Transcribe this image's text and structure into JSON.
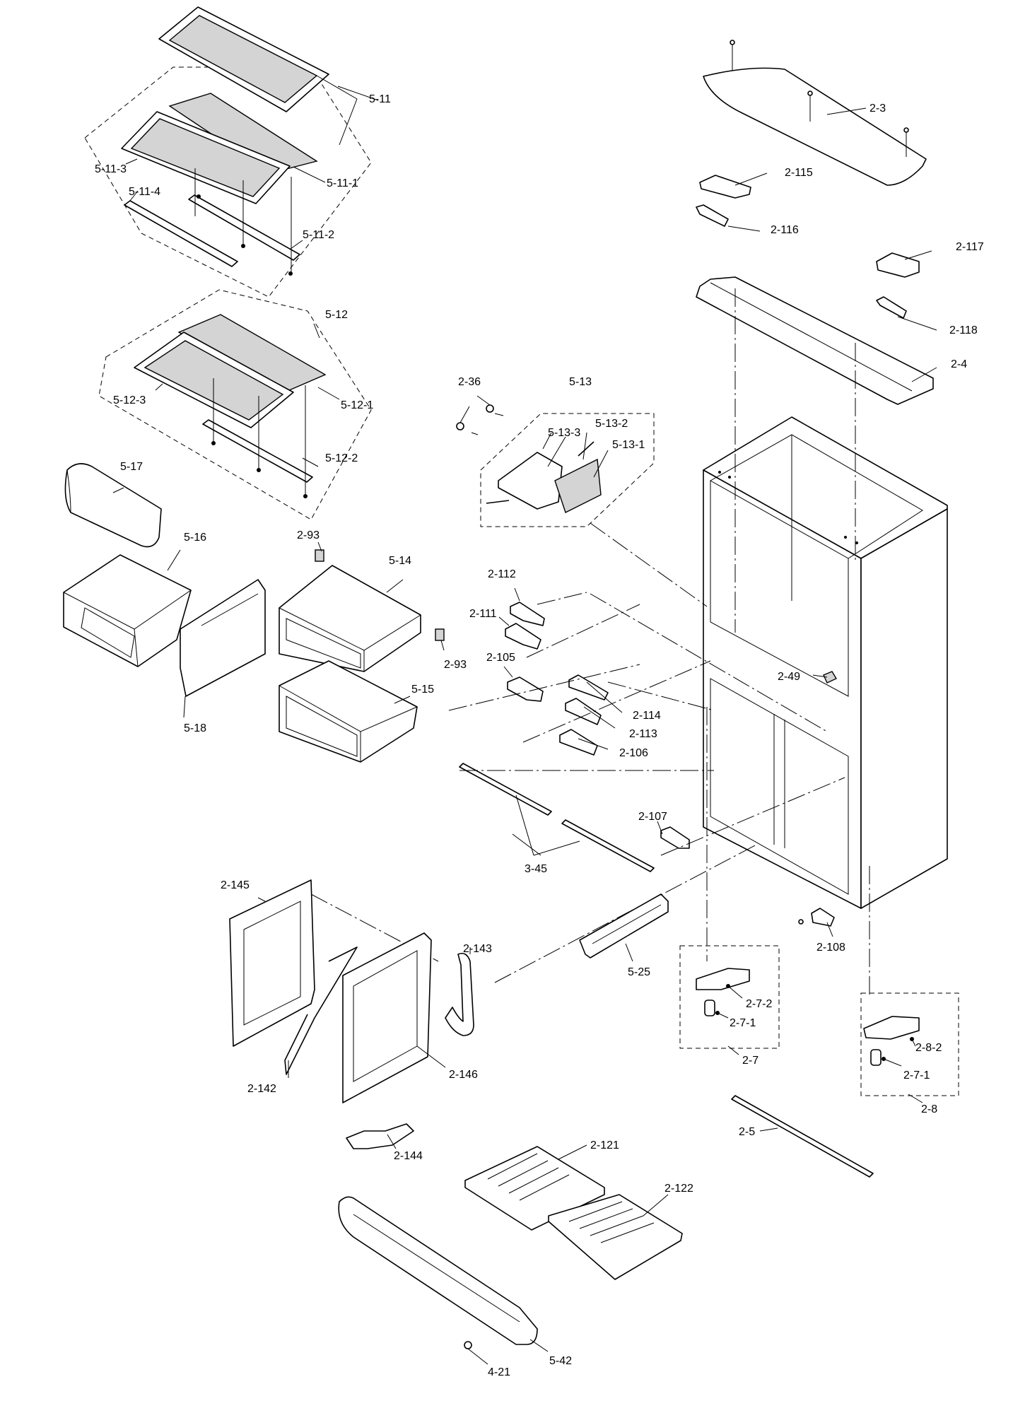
{
  "labels": {
    "l_5_11": "5-11",
    "l_5_11_3": "5-11-3",
    "l_5_11_1": "5-11-1",
    "l_5_11_4": "5-11-4",
    "l_5_11_2": "5-11-2",
    "l_5_12": "5-12",
    "l_5_12_3": "5-12-3",
    "l_5_12_1": "5-12-1",
    "l_5_12_2": "5-12-2",
    "l_5_17": "5-17",
    "l_5_16": "5-16",
    "l_5_18": "5-18",
    "l_5_14": "5-14",
    "l_5_15": "5-15",
    "l_2_93a": "2-93",
    "l_2_93b": "2-93",
    "l_2_36": "2-36",
    "l_5_13": "5-13",
    "l_5_13_3": "5-13-3",
    "l_5_13_2": "5-13-2",
    "l_5_13_1": "5-13-1",
    "l_2_3": "2-3",
    "l_2_115": "2-115",
    "l_2_116": "2-116",
    "l_2_117": "2-117",
    "l_2_118": "2-118",
    "l_2_4": "2-4",
    "l_2_112": "2-112",
    "l_2_111": "2-111",
    "l_2_105": "2-105",
    "l_2_114": "2-114",
    "l_2_113": "2-113",
    "l_2_106": "2-106",
    "l_2_49": "2-49",
    "l_3_45": "3-45",
    "l_2_107": "2-107",
    "l_2_145": "2-145",
    "l_2_143": "2-143",
    "l_2_142": "2-142",
    "l_2_146": "2-146",
    "l_2_144": "2-144",
    "l_5_25": "5-25",
    "l_2_108": "2-108",
    "l_2_7_2": "2-7-2",
    "l_2_7_1a": "2-7-1",
    "l_2_7": "2-7",
    "l_2_8_2": "2-8-2",
    "l_2_7_1b": "2-7-1",
    "l_2_8": "2-8",
    "l_2_5": "2-5",
    "l_2_121": "2-121",
    "l_2_122": "2-122",
    "l_4_21": "4-21",
    "l_5_42": "5-42"
  }
}
